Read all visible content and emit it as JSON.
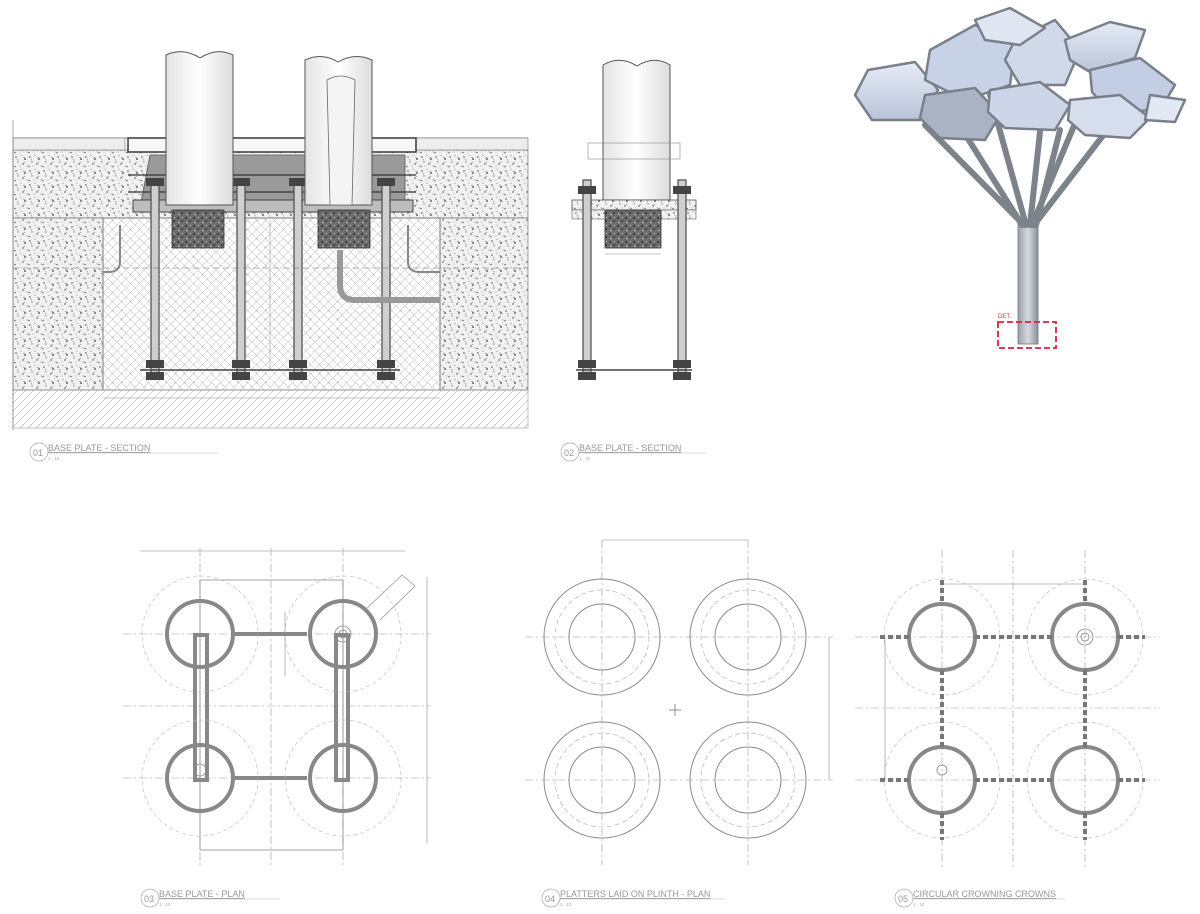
{
  "sheet": {
    "views": [
      {
        "number": "01",
        "title": "BASE PLATE - SECTION",
        "scale": "1 : 10"
      },
      {
        "number": "02",
        "title": "BASE PLATE - SECTION",
        "scale": "1 : 10"
      },
      {
        "number": "03",
        "title": "BASE PLATE - PLAN",
        "scale": "1 : 10"
      },
      {
        "number": "04",
        "title": "PLATTERS LAID ON PLINTH - PLAN",
        "scale": "1 : 10"
      },
      {
        "number": "05",
        "title": "CIRCULAR CROWNING CROWNS",
        "scale": "1 : 10"
      }
    ],
    "render_callout": "DET.",
    "colors": {
      "line": "#555555",
      "hatch": "#8a8a8a",
      "callout": "#e0203a",
      "canopy": "#c9d3e6"
    }
  }
}
